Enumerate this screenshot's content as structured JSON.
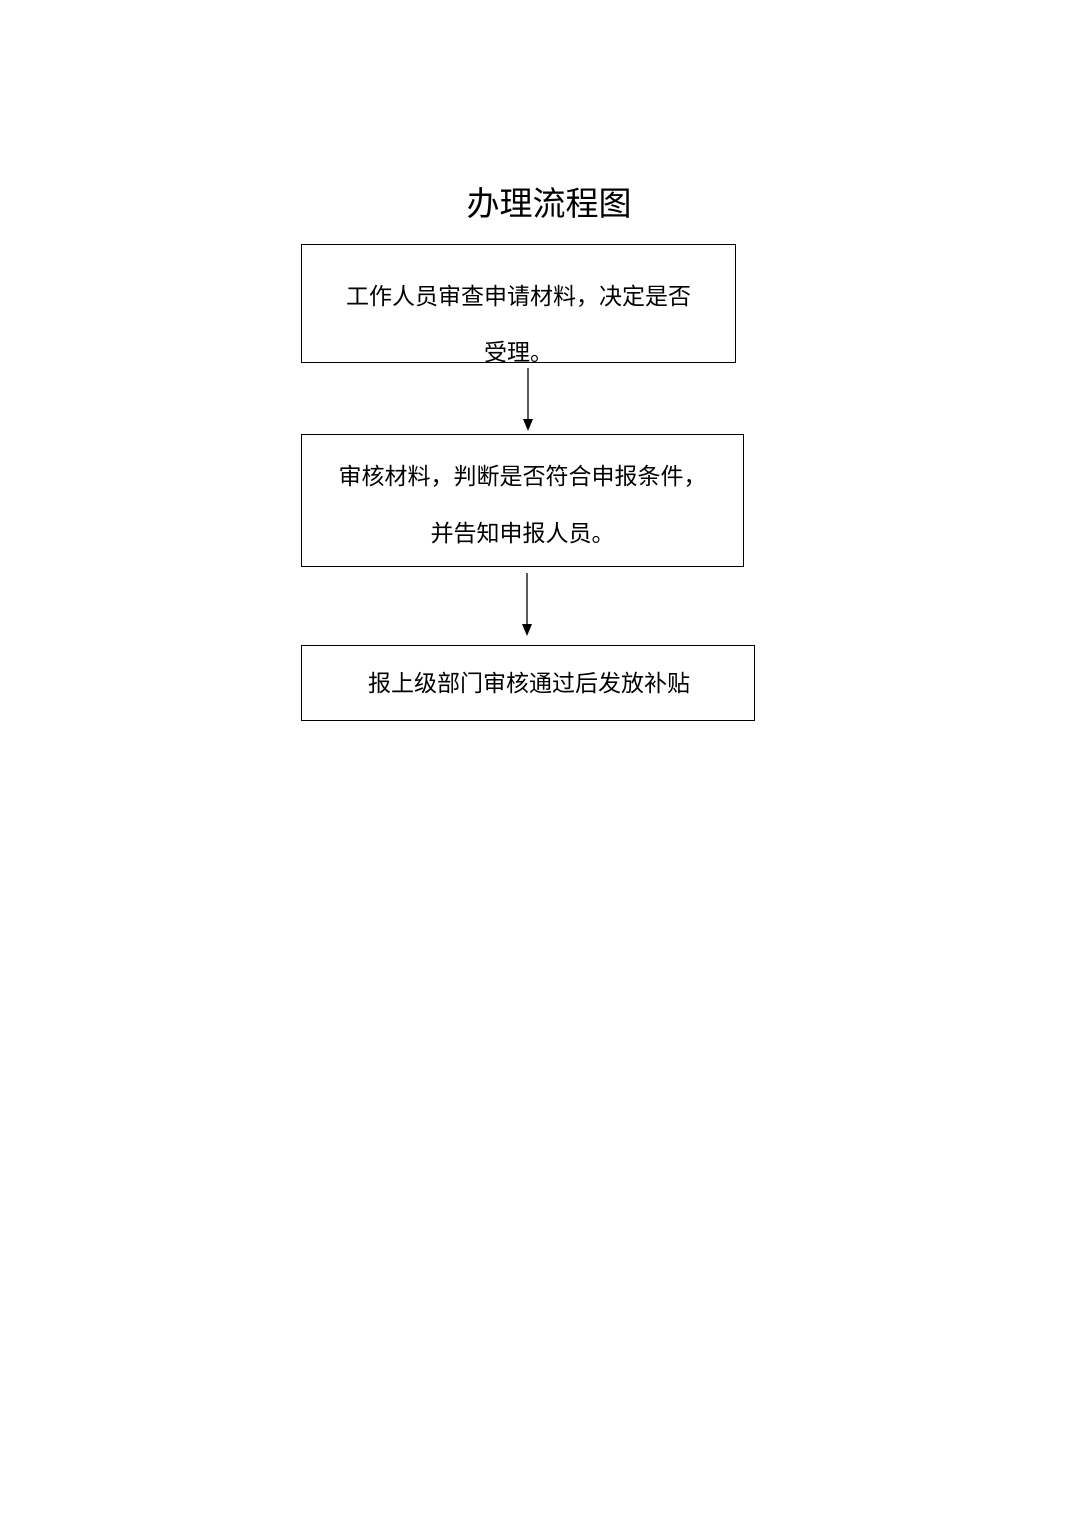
{
  "flowchart": {
    "title": "办理流程图",
    "steps": [
      {
        "lines": [
          "工作人员审查申请材料，决定是否",
          "受理。"
        ]
      },
      {
        "lines": [
          "审核材料，判断是否符合申报条件，",
          "并告知申报人员。"
        ]
      },
      {
        "lines": [
          "报上级部门审核通过后发放补贴"
        ]
      }
    ]
  }
}
